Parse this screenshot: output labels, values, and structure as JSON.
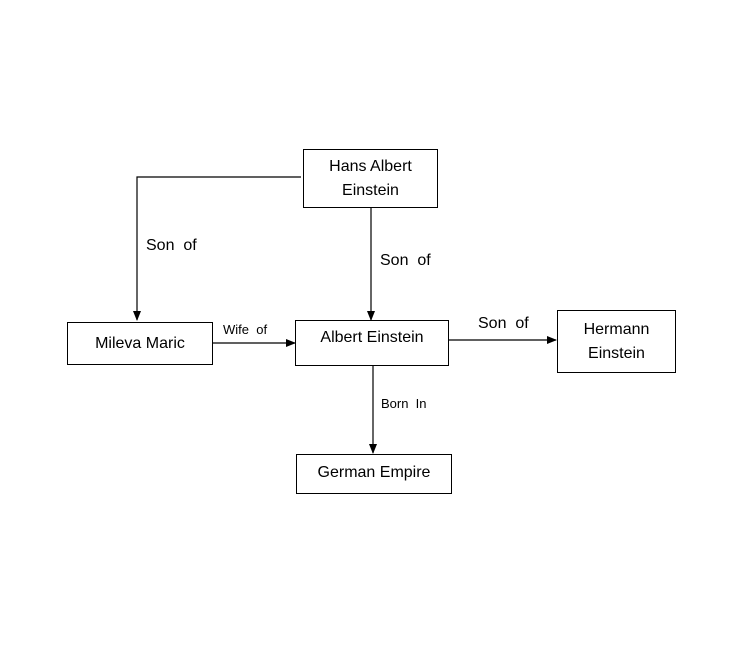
{
  "nodes": {
    "hans": "Hans Albert Einstein",
    "mileva": "Mileva Maric",
    "albert": "Albert Einstein",
    "hermann": "Hermann Einstein",
    "german_empire": "German Empire"
  },
  "edges": {
    "hans_to_mileva": "Son  of",
    "hans_to_albert": "Son  of",
    "mileva_to_albert": "Wife  of",
    "albert_to_hermann": "Son  of",
    "albert_to_german_empire": "Born  In"
  },
  "colors": {
    "stroke": "#000000",
    "background": "#ffffff"
  }
}
